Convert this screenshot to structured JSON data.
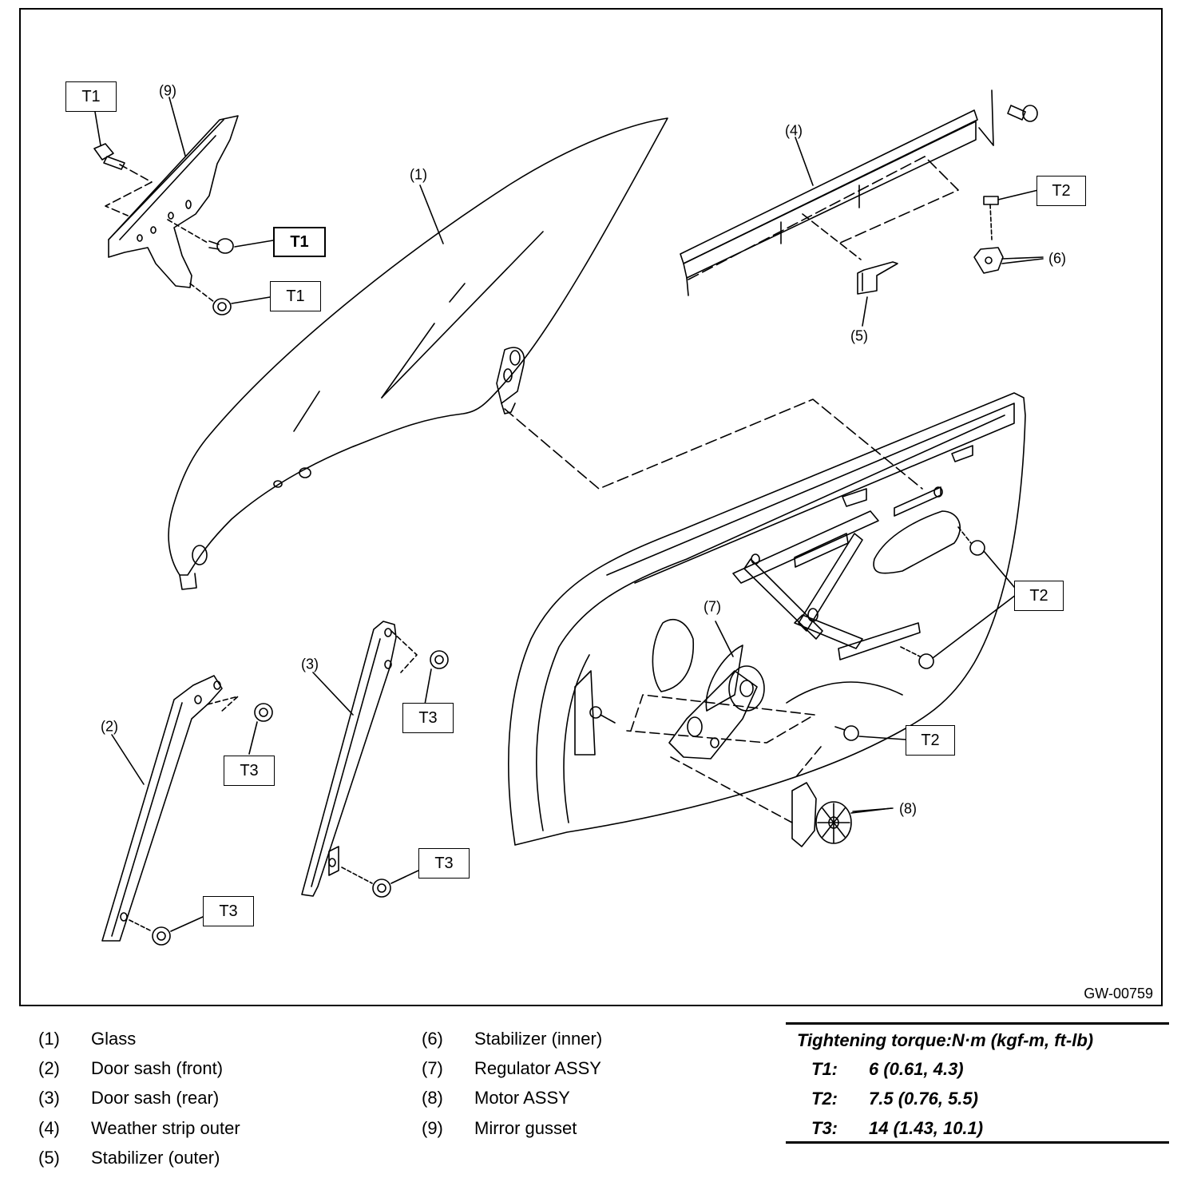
{
  "figure_id": "GW-00759",
  "callouts": {
    "c1": "(1)",
    "c2": "(2)",
    "c3": "(3)",
    "c4": "(4)",
    "c5": "(5)",
    "c6": "(6)",
    "c7": "(7)",
    "c8": "(8)",
    "c9": "(9)"
  },
  "torque_tags": {
    "t1a": "T1",
    "t1b": "T1",
    "t1c": "T1",
    "t2a": "T2",
    "t2b": "T2",
    "t2c": "T2",
    "t3a": "T3",
    "t3b": "T3",
    "t3c": "T3",
    "t3d": "T3"
  },
  "legend": [
    {
      "num": "(1)",
      "text": "Glass"
    },
    {
      "num": "(2)",
      "text": "Door sash (front)"
    },
    {
      "num": "(3)",
      "text": "Door sash (rear)"
    },
    {
      "num": "(4)",
      "text": "Weather strip outer"
    },
    {
      "num": "(5)",
      "text": "Stabilizer (outer)"
    },
    {
      "num": "(6)",
      "text": "Stabilizer (inner)"
    },
    {
      "num": "(7)",
      "text": "Regulator ASSY"
    },
    {
      "num": "(8)",
      "text": "Motor ASSY"
    },
    {
      "num": "(9)",
      "text": "Mirror gusset"
    }
  ],
  "torque_table": {
    "title": "Tightening torque:N·m (kgf-m, ft-lb)",
    "rows": [
      {
        "key": "T1:",
        "value": "6 (0.61, 4.3)"
      },
      {
        "key": "T2:",
        "value": "7.5 (0.76, 5.5)"
      },
      {
        "key": "T3:",
        "value": "14 (1.43, 10.1)"
      }
    ]
  }
}
